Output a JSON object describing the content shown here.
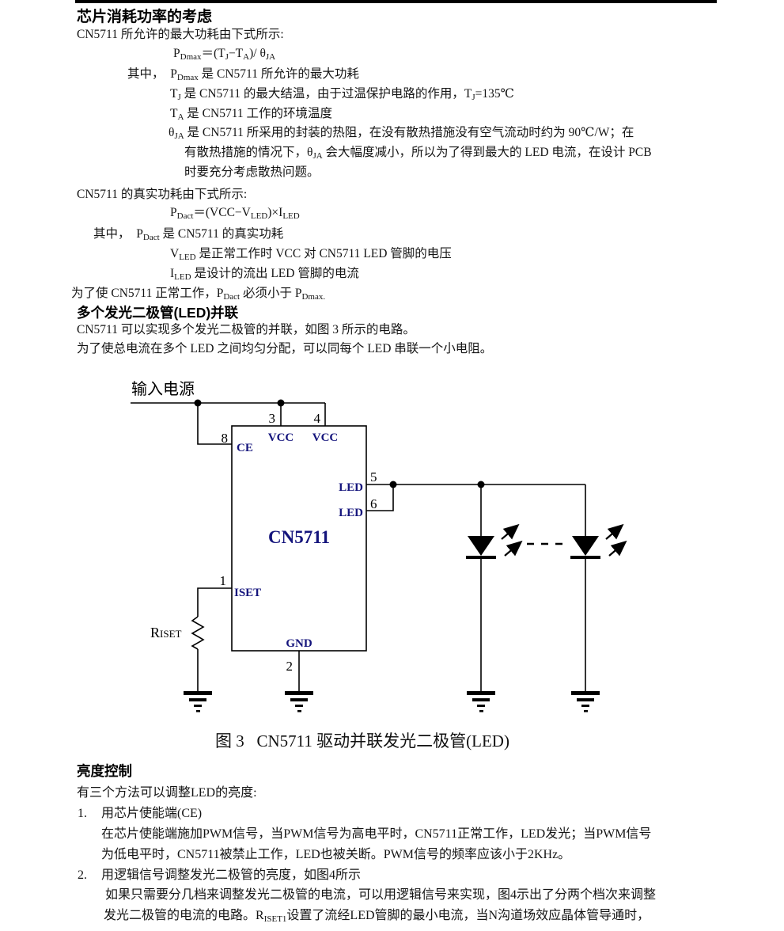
{
  "accent_navy": "#14147C",
  "doc": {
    "h1": "芯片消耗功率的考虑",
    "l2": "CN5711 所允许的最大功耗由下式所示:",
    "l3": [
      [
        "n",
        "P"
      ],
      [
        "s",
        "Dmax"
      ],
      [
        "n",
        "＝(T"
      ],
      [
        "s",
        "J"
      ],
      [
        "n",
        "−T"
      ],
      [
        "s",
        "A"
      ],
      [
        "n",
        ")/ θ"
      ],
      [
        "s",
        "JA"
      ]
    ],
    "l4": [
      [
        "n",
        "其中，  P"
      ],
      [
        "s",
        "Dmax"
      ],
      [
        "n",
        " 是 CN5711 所允许的最大功耗"
      ]
    ],
    "l5": [
      [
        "n",
        "T"
      ],
      [
        "s",
        "J"
      ],
      [
        "n",
        " 是 CN5711 的最大结温，由于过温保护电路的作用，T"
      ],
      [
        "s",
        "J"
      ],
      [
        "n",
        "=135℃"
      ]
    ],
    "l6": [
      [
        "n",
        "T"
      ],
      [
        "s",
        "A"
      ],
      [
        "n",
        " 是 CN5711 工作的环境温度"
      ]
    ],
    "l7": [
      [
        "n",
        "θ"
      ],
      [
        "s",
        "JA"
      ],
      [
        "n",
        " 是 CN5711 所采用的封装的热阻，在没有散热措施没有空气流动时约为 90℃/W；在"
      ]
    ],
    "l8": [
      [
        "n",
        "有散热措施的情况下，θ"
      ],
      [
        "s",
        "JA"
      ],
      [
        "n",
        " 会大幅度减小，所以为了得到最大的 LED 电流，在设计 PCB"
      ]
    ],
    "l9": "时要充分考虑散热问题。",
    "l10": "CN5711 的真实功耗由下式所示:",
    "l11": [
      [
        "n",
        "P"
      ],
      [
        "s",
        "Dact"
      ],
      [
        "n",
        "＝(VCC−V"
      ],
      [
        "s",
        "LED"
      ],
      [
        "n",
        ")×I"
      ],
      [
        "s",
        "LED"
      ]
    ],
    "l12": [
      [
        "n",
        "其中，  P"
      ],
      [
        "s",
        "Dact"
      ],
      [
        "n",
        " 是 CN5711 的真实功耗"
      ]
    ],
    "l13": [
      [
        "n",
        "V"
      ],
      [
        "s",
        "LED"
      ],
      [
        "n",
        " 是正常工作时 VCC 对 CN5711 LED 管脚的电压"
      ]
    ],
    "l14": [
      [
        "n",
        "I"
      ],
      [
        "s",
        "LED"
      ],
      [
        "n",
        " 是设计的流出 LED 管脚的电流"
      ]
    ],
    "l15": [
      [
        "n",
        "为了使 CN5711 正常工作，P"
      ],
      [
        "s",
        "Dact"
      ],
      [
        "n",
        " 必须小于 P"
      ],
      [
        "s",
        "Dmax."
      ]
    ],
    "h2": "多个发光二极管(LED)并联",
    "l17": "CN5711 可以实现多个发光二极管的并联，如图 3 所示的电路。",
    "l18": "为了使总电流在多个 LED 之间均匀分配，可以同每个 LED 串联一个小电阻。",
    "h3": "亮度控制",
    "l21": "有三个方法可以调整LED的亮度:",
    "item1": {
      "num": "1.",
      "text": "用芯片使能端(CE)"
    },
    "l23": "在芯片使能端施加PWM信号，当PWM信号为高电平时，CN5711正常工作，LED发光；当PWM信号",
    "l24": "为低电平时，CN5711被禁止工作，LED也被关断。PWM信号的频率应该小于2KHz。",
    "item2": {
      "num": "2.",
      "text": "用逻辑信号调整发光二极管的亮度，如图4所示"
    },
    "l26": "如果只需要分几档来调整发光二极管的电流，可以用逻辑信号来实现，图4示出了分两个档次来调整",
    "l27": [
      [
        "n",
        "发光二极管的电流的电路。R"
      ],
      [
        "s",
        "ISET1"
      ],
      [
        "n",
        "设置了流经LED管脚的最小电流，当N沟道场效应晶体管导通时，"
      ]
    ]
  },
  "figure": {
    "caption": "图 3   CN5711 驱动并联发光二极管(LED)",
    "input_label": "输入电源",
    "chip_name": "CN5711",
    "label_color": "#14147C",
    "pins": {
      "vcc_a": {
        "num": "3",
        "label": "VCC"
      },
      "vcc_b": {
        "num": "4",
        "label": "VCC"
      },
      "ce": {
        "num": "8",
        "label": "CE"
      },
      "led_a": {
        "num": "5",
        "label": "LED"
      },
      "led_b": {
        "num": "6",
        "label": "LED"
      },
      "iset": {
        "num": "1",
        "label": "ISET"
      },
      "gnd": {
        "num": "2",
        "label": "GND"
      }
    },
    "resistor_label": {
      "prefix": "R",
      "sub": "ISET"
    }
  }
}
